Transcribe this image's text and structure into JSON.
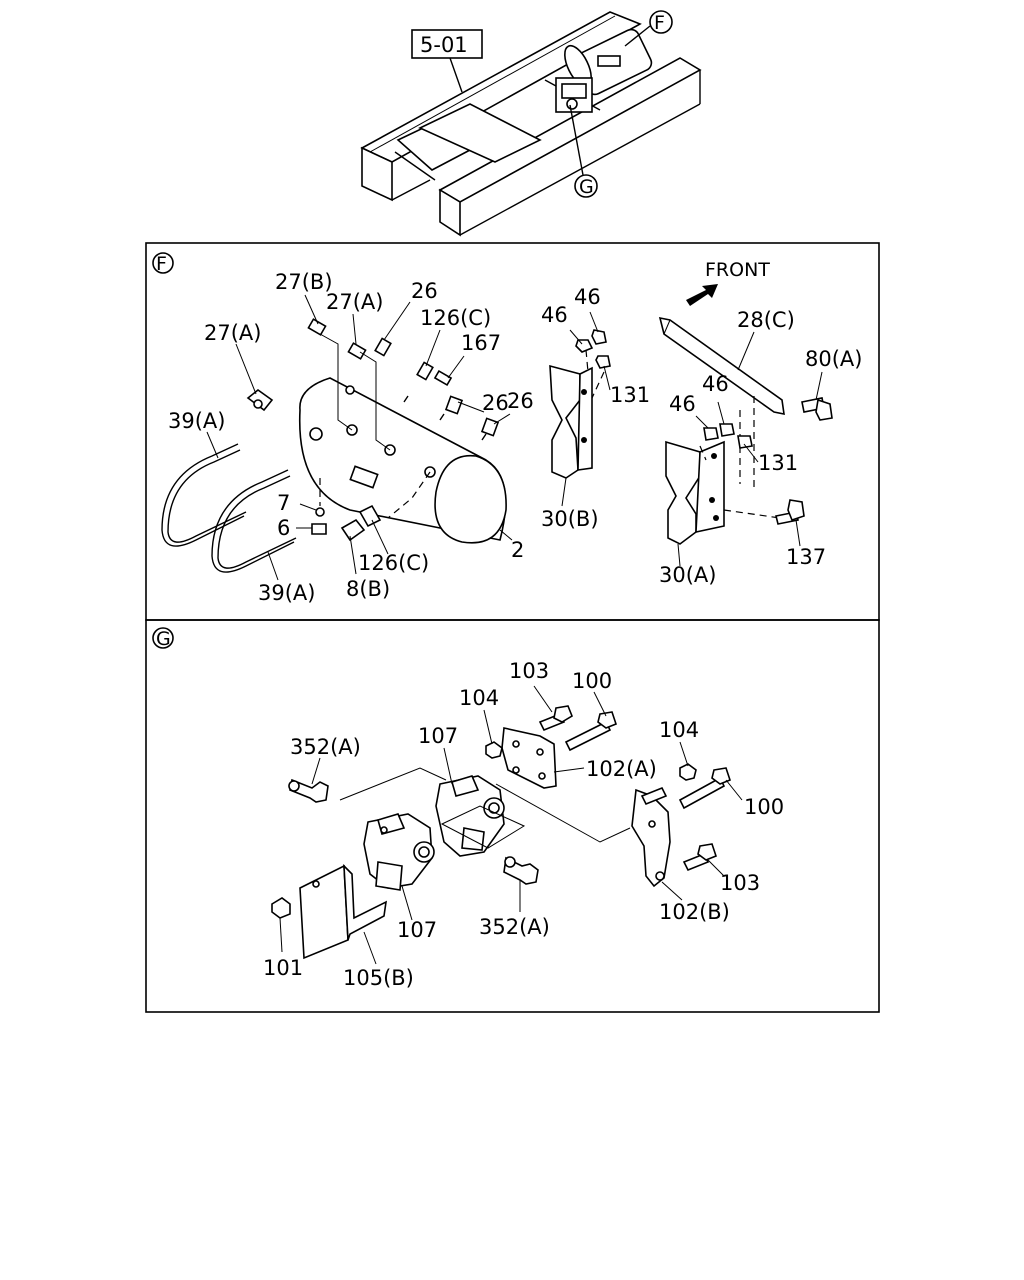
{
  "overview": {
    "ref_box": "5-01",
    "callout_f": "F",
    "callout_g": "G"
  },
  "panel_f": {
    "tag": "F",
    "front_label": "FRONT",
    "labels": {
      "l27b": "27(B)",
      "l27a_top": "27(A)",
      "l27a_left": "27(A)",
      "l26_top": "26",
      "l126c_top": "126(C)",
      "l167": "167",
      "l26_mid": "26",
      "l26_right": "26",
      "l39a_top": "39(A)",
      "l39a_bottom": "39(A)",
      "l7": "7",
      "l6": "6",
      "l8b": "8(B)",
      "l126c_bottom": "126(C)",
      "l2": "2",
      "l46_a": "46",
      "l46_b": "46",
      "l131_top": "131",
      "l30b": "30(B)",
      "l28c": "28(C)",
      "l80a": "80(A)",
      "l46_c": "46",
      "l46_d": "46",
      "l131_bottom": "131",
      "l30a": "30(A)",
      "l137": "137"
    }
  },
  "panel_g": {
    "tag": "G",
    "labels": {
      "l103_top": "103",
      "l100_top": "100",
      "l104_top": "104",
      "l107_top": "107",
      "l352a_top": "352(A)",
      "l102a": "102(A)",
      "l104_right": "104",
      "l100_right": "100",
      "l103_right": "103",
      "l102b": "102(B)",
      "l107_bottom": "107",
      "l352a_bottom": "352(A)",
      "l101": "101",
      "l105b": "105(B)"
    }
  }
}
